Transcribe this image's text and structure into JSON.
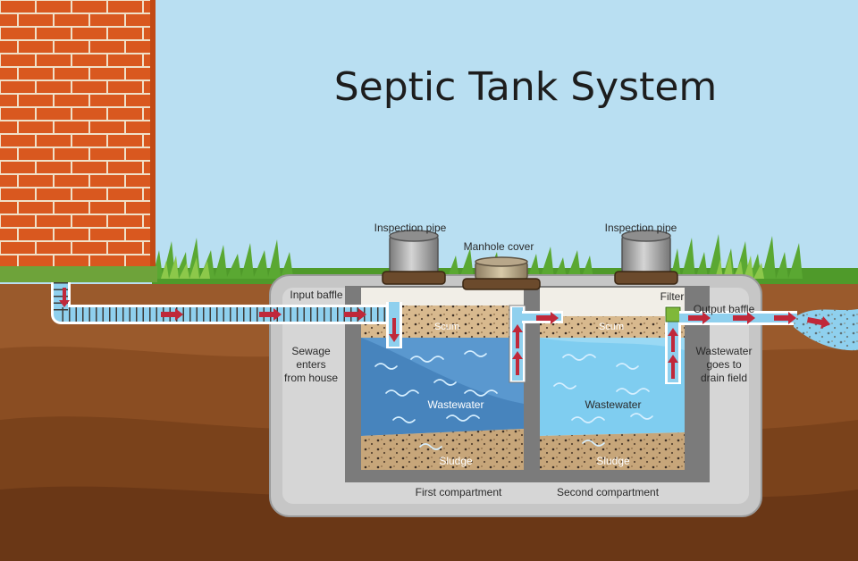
{
  "title": "Septic Tank System",
  "labels": {
    "inspection_pipe_left": "Inspection pipe",
    "inspection_pipe_right": "Inspection pipe",
    "manhole_cover": "Manhole cover",
    "input_baffle": "Input baffle",
    "filter": "Filter",
    "output_baffle": "Output baffle",
    "sewage_lines": [
      "Sewage",
      "enters",
      "from house"
    ],
    "wastewater_out_lines": [
      "Wastewater",
      "goes to",
      "drain field"
    ],
    "scum_left": "Scum",
    "scum_right": "Scum",
    "wastewater_left": "Wastewater",
    "wastewater_right": "Wastewater",
    "sludge_left": "Sludge",
    "sludge_right": "Sludge",
    "first_compartment": "First compartment",
    "second_compartment": "Second compartment"
  },
  "colors": {
    "sky": "#b9dff2",
    "brick": "#d9581f",
    "soil_light": "#9a5a2c",
    "soil_dark": "#6a3716",
    "tank_concrete": "#c9c9c9",
    "wastewater_dark": "#4f8fc7",
    "wastewater_light": "#7fcdf0",
    "pipe_water": "#8fd0ee",
    "flow_arrow": "#c0283a",
    "grass": "#4f9a2a"
  }
}
